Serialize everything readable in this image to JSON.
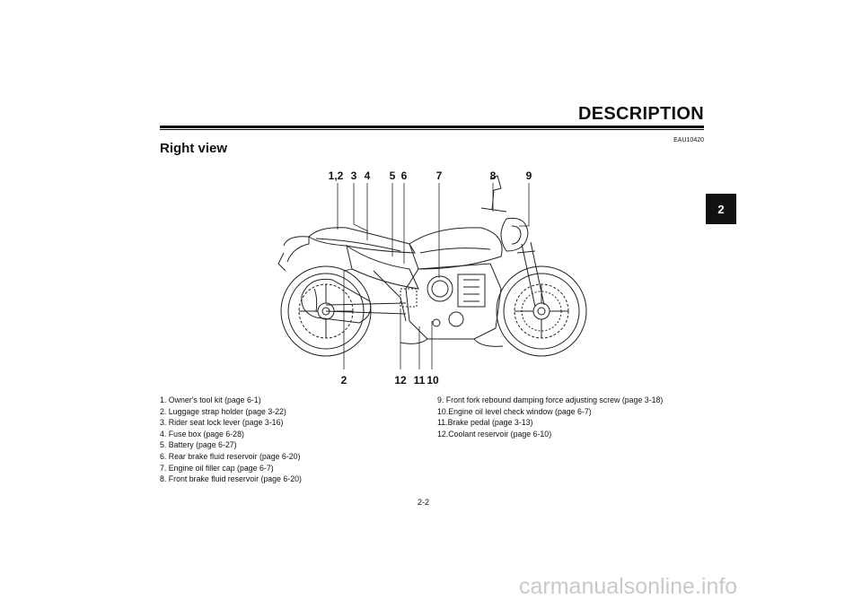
{
  "header": {
    "title": "DESCRIPTION",
    "code": "EAU10420",
    "section": "Right view",
    "tab": "2"
  },
  "callouts": {
    "top": [
      "1,2",
      "3",
      "4",
      "5",
      "6",
      "7",
      "8",
      "9"
    ],
    "bottom": [
      "2",
      "12",
      "11",
      "10"
    ]
  },
  "legend": {
    "left": [
      "1. Owner's tool kit (page 6-1)",
      "2. Luggage strap holder (page 3-22)",
      "3. Rider seat lock lever (page 3-16)",
      "4. Fuse box (page 6-28)",
      "5. Battery (page 6-27)",
      "6. Rear brake fluid reservoir (page 6-20)",
      "7. Engine oil filler cap (page 6-7)",
      "8. Front brake fluid reservoir (page 6-20)"
    ],
    "right": [
      "9.  Front fork rebound damping force adjusting screw (page 3-18)",
      "10.Engine oil level check window (page 6-7)",
      "11.Brake pedal (page 3-13)",
      "12.Coolant reservoir (page 6-10)"
    ]
  },
  "footer": {
    "page": "2-2",
    "watermark": "carmanualsonline.info"
  }
}
